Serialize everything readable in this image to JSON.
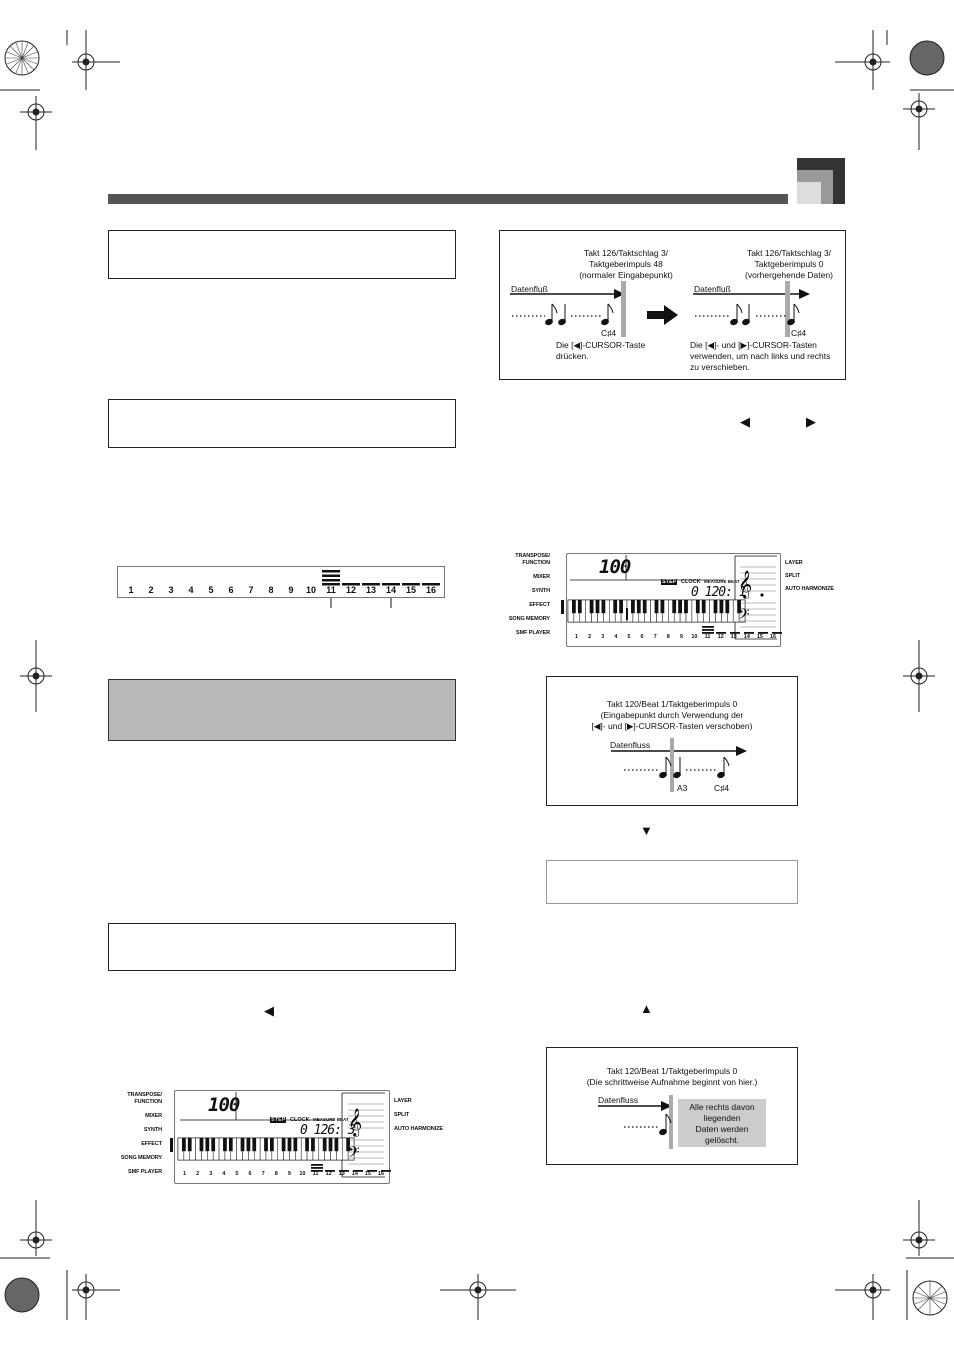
{
  "diagram_top": {
    "left_title": [
      "Takt 126/Taktschlag 3/",
      "Taktgeberimpuls 48",
      "(normaler Eingabepunkt)"
    ],
    "right_title": [
      "Takt 126/Taktschlag 3/",
      "Taktgeberimpuls 0",
      "(vorhergehende Daten)"
    ],
    "flow_label": "Datenfluß",
    "note_label": "C♯4",
    "left_caption": [
      "Die [◀]-CURSOR-Taste",
      "drücken."
    ],
    "right_caption": [
      "Die [◀]- und [▶]-CURSOR-Tasten",
      "verwenden, um nach links und rechts",
      "zu verschieben."
    ]
  },
  "right_arrows": {
    "left": "◀",
    "right": "▶"
  },
  "track_numbers": [
    "1",
    "2",
    "3",
    "4",
    "5",
    "6",
    "7",
    "8",
    "9",
    "10",
    "11",
    "12",
    "13",
    "14",
    "15",
    "16"
  ],
  "lcd": {
    "left_labels": [
      "TRANSPOSE/",
      "FUNCTION",
      "MIXER",
      "SYNTH",
      "EFFECT",
      "SONG MEMORY",
      "SMF PLAYER"
    ],
    "right_labels": [
      "LAYER",
      "SPLIT",
      "AUTO HARMONIZE"
    ],
    "tempo": "100",
    "step": "STEP",
    "clock": "CLOCK",
    "measure_beat": "MEASURE BEAT",
    "counter_top": "0 120: 1",
    "counter_bottom": "0 126: 3"
  },
  "diagram_mid": {
    "title": [
      "Takt 120/Beat 1/Taktgeberimpuls 0",
      "(Eingabepunkt durch Verwendung der",
      "[◀]- und [▶]-CURSOR-Tasten verschoben)"
    ],
    "flow_label": "Datenfluss",
    "note_a3": "A3",
    "note_c4": "C♯4"
  },
  "down_arrow": "▼",
  "up_arrow": "▲",
  "left_arrow": "◀",
  "diagram_bottom": {
    "title": [
      "Takt 120/Beat 1/Taktgeberimpuls 0",
      "(Die schrittweise Aufnahme beginnt von hier.)"
    ],
    "flow_label": "Datenfluss",
    "deleted_note": [
      "Alle rechts davon",
      "liegenden",
      "Daten werden",
      "gelöscht."
    ]
  }
}
